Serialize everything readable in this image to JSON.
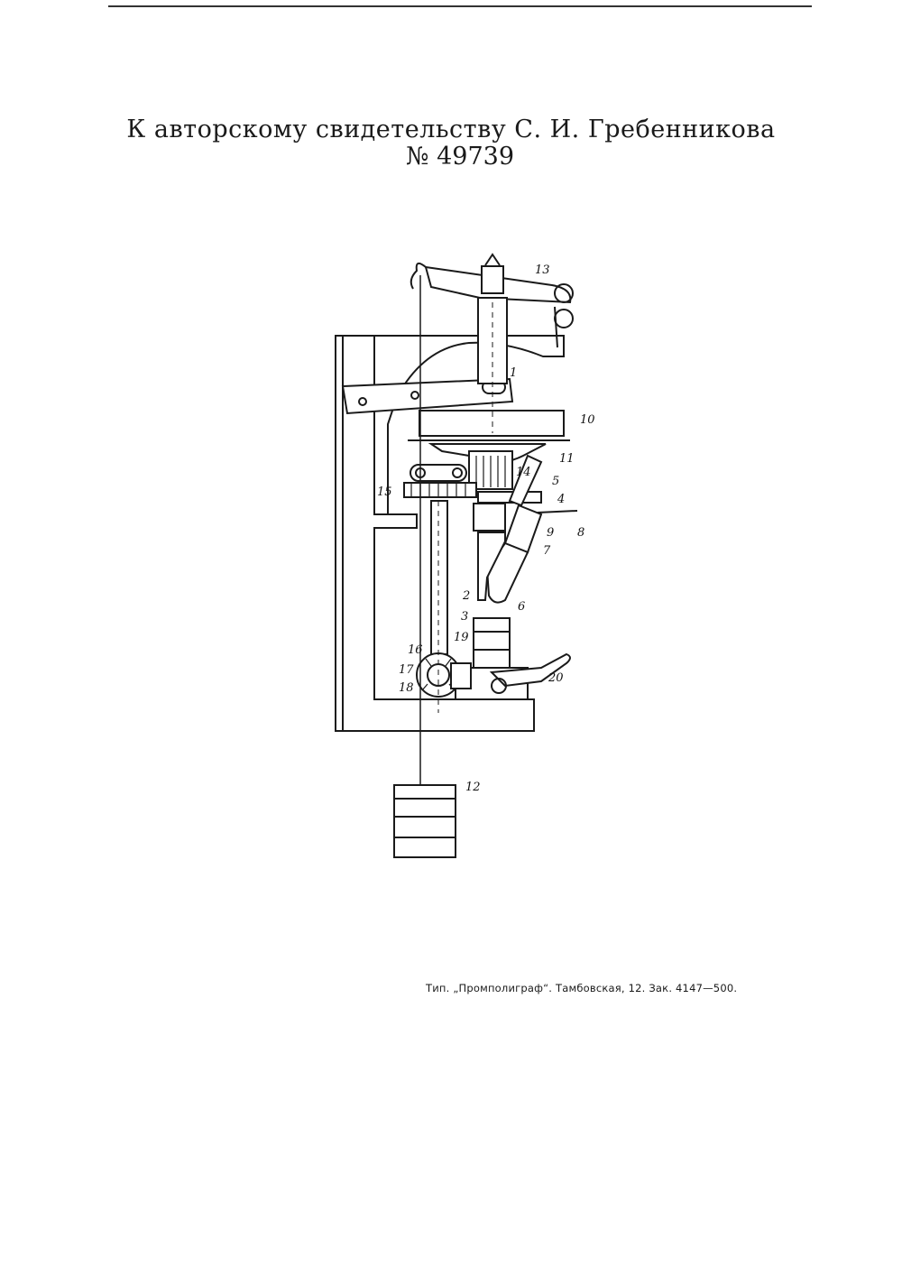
{
  "document": {
    "heading": "К авторскому свидетельству С. И. Гребенникова",
    "number": "№ 49739",
    "footer": "Тип. „Промполиграф“. Тамбовская, 12. Зак. 4147—500."
  },
  "figure": {
    "labels": [
      "1",
      "2",
      "3",
      "4",
      "5",
      "6",
      "7",
      "8",
      "9",
      "10",
      "11",
      "12",
      "13",
      "14",
      "15",
      "16",
      "17",
      "18",
      "19",
      "20"
    ]
  },
  "colors": {
    "ink": "#1a1a1a",
    "paper": "#ffffff"
  }
}
